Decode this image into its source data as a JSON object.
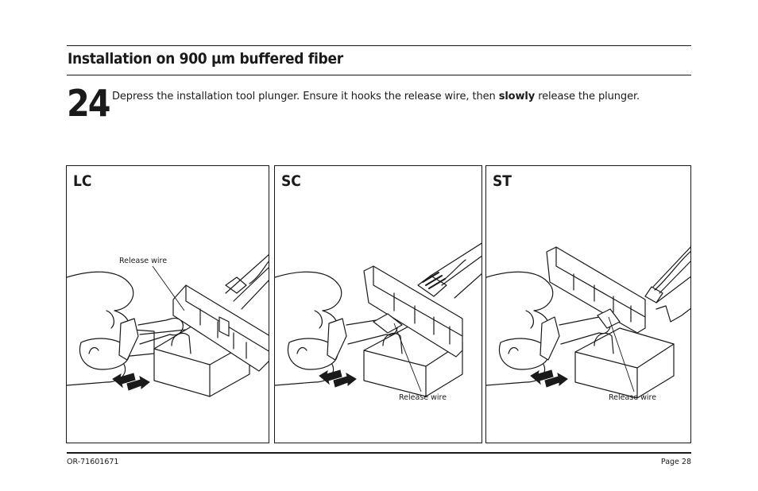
{
  "section_title": "Installation on 900 µm buffered fiber",
  "step": {
    "number": "24",
    "text_before": "Depress the installation tool plunger. Ensure it hooks the release wire, then ",
    "text_bold": "slowly",
    "text_after": " release the plunger."
  },
  "panels": [
    {
      "label": "LC",
      "callout": "Release wire"
    },
    {
      "label": "SC",
      "callout": "Release wire"
    },
    {
      "label": "ST",
      "callout": "Release wire"
    }
  ],
  "footer": {
    "doc_number": "OR-71601671",
    "page": "Page 28"
  }
}
